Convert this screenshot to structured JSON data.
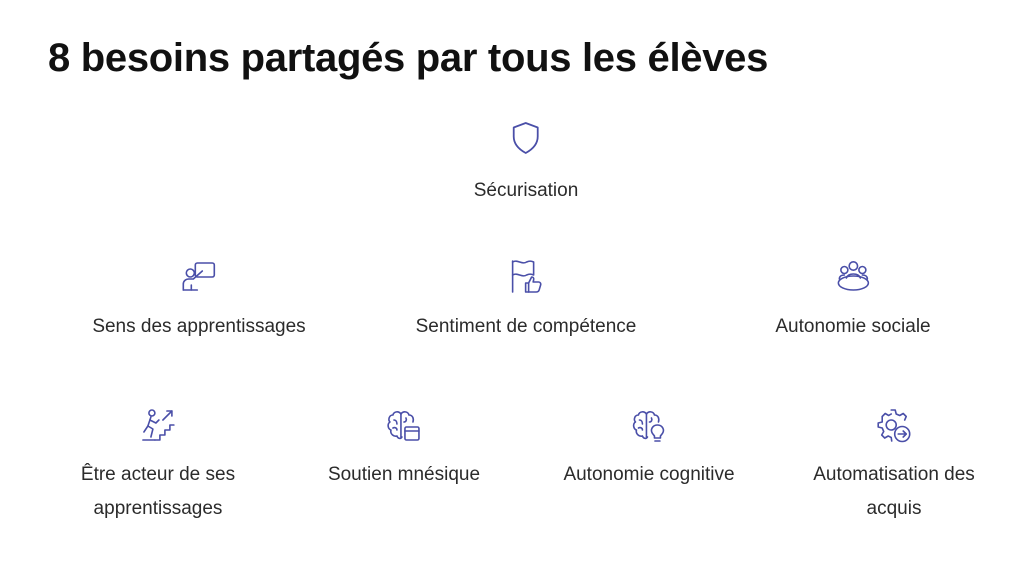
{
  "title": "8 besoins partagés par tous les élèves",
  "accent_color": "#4a4fa8",
  "needs": [
    {
      "label": "Sécurisation",
      "icon": "shield-icon"
    },
    {
      "label": "Sens des apprentissages",
      "icon": "presentation-board-icon"
    },
    {
      "label": "Sentiment de compétence",
      "icon": "flag-thumbs-up-icon"
    },
    {
      "label": "Autonomie sociale",
      "icon": "people-group-icon"
    },
    {
      "label": "Être acteur de ses\napprentissages",
      "icon": "person-climbing-stairs-icon"
    },
    {
      "label": "Soutien mnésique",
      "icon": "brain-document-icon"
    },
    {
      "label": "Autonomie cognitive",
      "icon": "brain-lightbulb-icon"
    },
    {
      "label": "Automatisation des\nacquis",
      "icon": "gear-arrow-icon"
    }
  ]
}
